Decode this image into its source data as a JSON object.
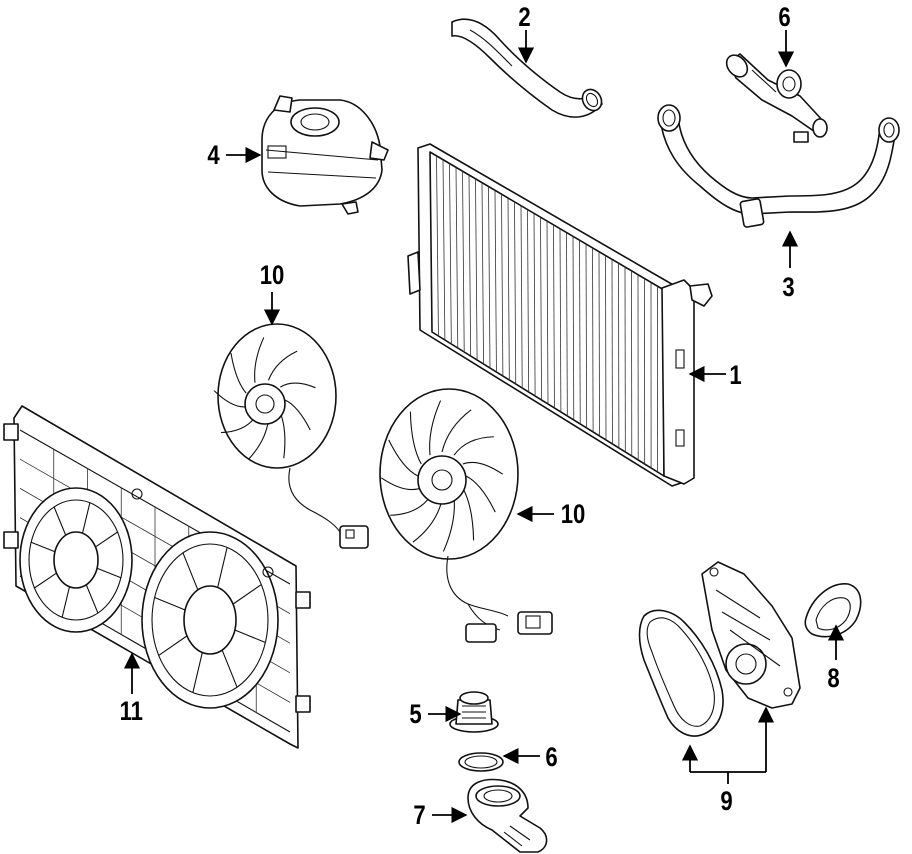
{
  "callouts": {
    "c1": "1",
    "c2": "2",
    "c3": "3",
    "c4": "4",
    "c5": "5",
    "c6a": "6",
    "c6b": "6",
    "c7": "7",
    "c8": "8",
    "c9": "9",
    "c10a": "10",
    "c10b": "10",
    "c11": "11"
  }
}
